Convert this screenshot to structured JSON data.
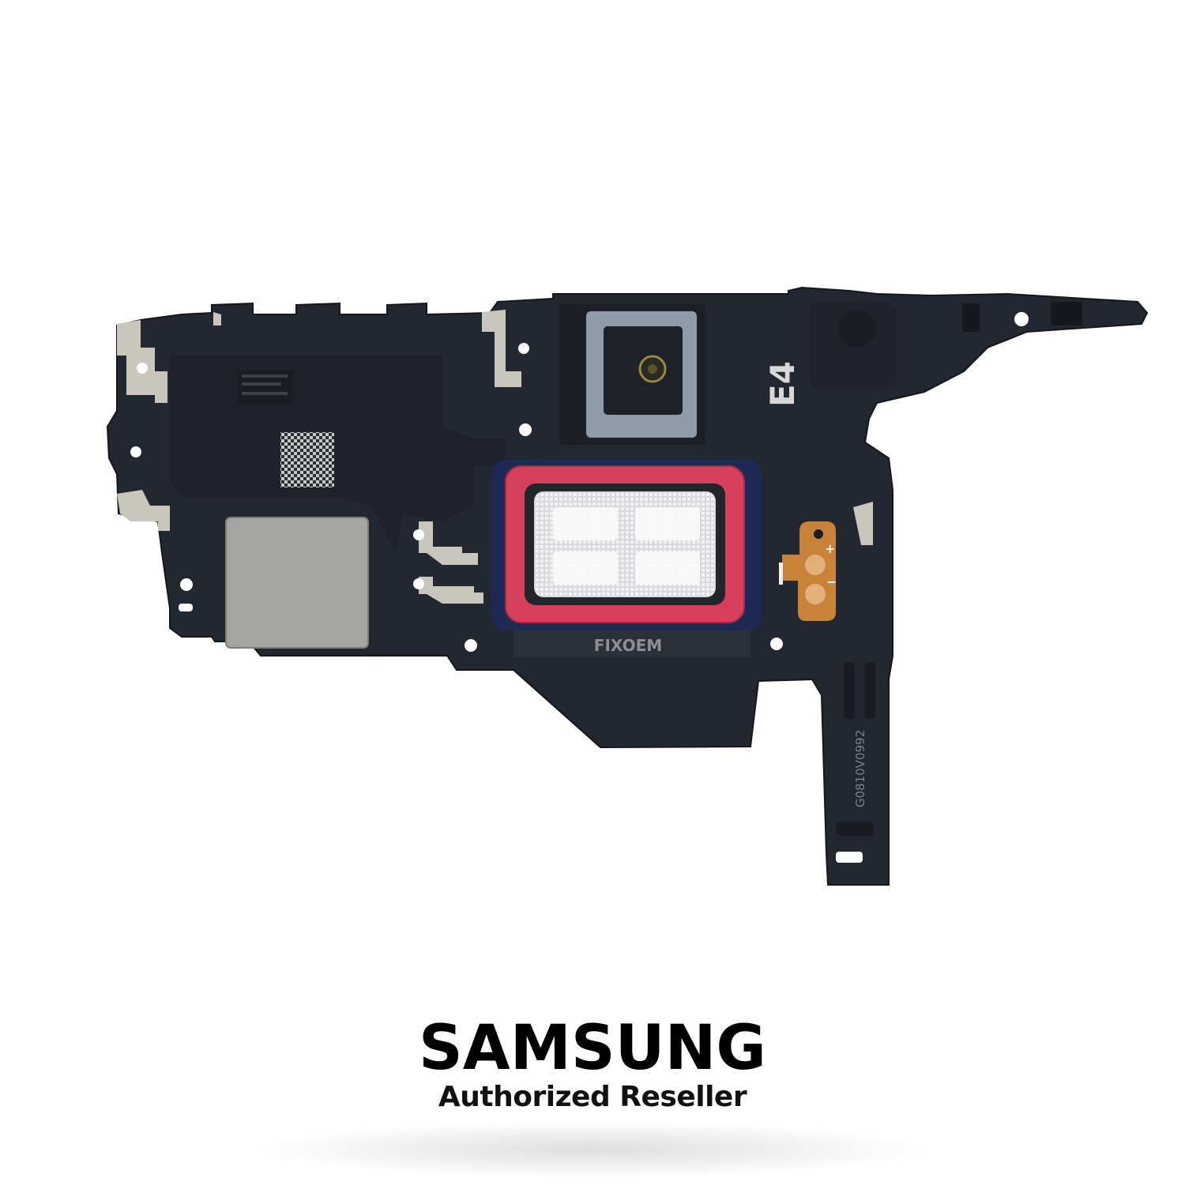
{
  "product": {
    "description": "Earpiece speaker / antenna bracket assembly",
    "colors": {
      "bracket": "#23272f",
      "bracket_edge": "#1a1d24",
      "metal_trace": "#c9c6bd",
      "speaker_ring": "#d6405a",
      "speaker_mesh": "#e8e8ea",
      "sensor_frame": "#8e9bab",
      "flex_cable": "#c8823a",
      "background": "#ffffff"
    },
    "markings": {
      "label_e4": "E4",
      "serial": "G0810V0992",
      "watermark": "FIXOEM",
      "flex_plus": "+",
      "flex_minus": "−"
    }
  },
  "branding": {
    "wordmark": "SAMSUNG",
    "tagline": "Authorized Reseller"
  }
}
